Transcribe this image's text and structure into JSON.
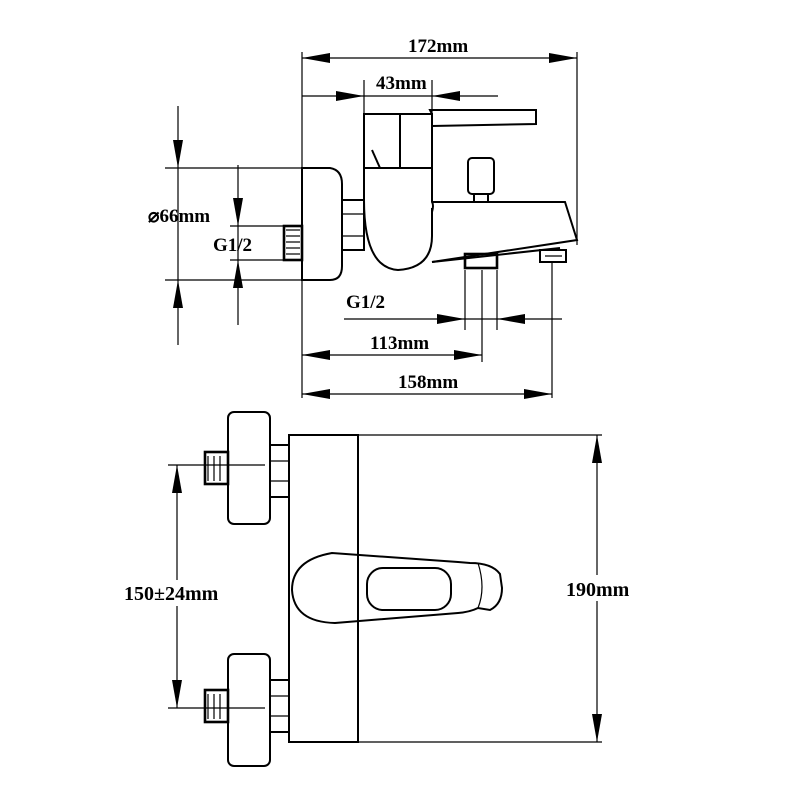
{
  "side_view": {
    "overall_length": "172mm",
    "lever_width": "43mm",
    "escutcheon_diameter": "⌀66mm",
    "inlet_thread": "G1/2",
    "outlet_thread": "G1/2",
    "outlet_distance": "113mm",
    "spout_length": "158mm"
  },
  "top_view": {
    "inlet_spacing": "150±24mm",
    "body_length": "190mm"
  }
}
